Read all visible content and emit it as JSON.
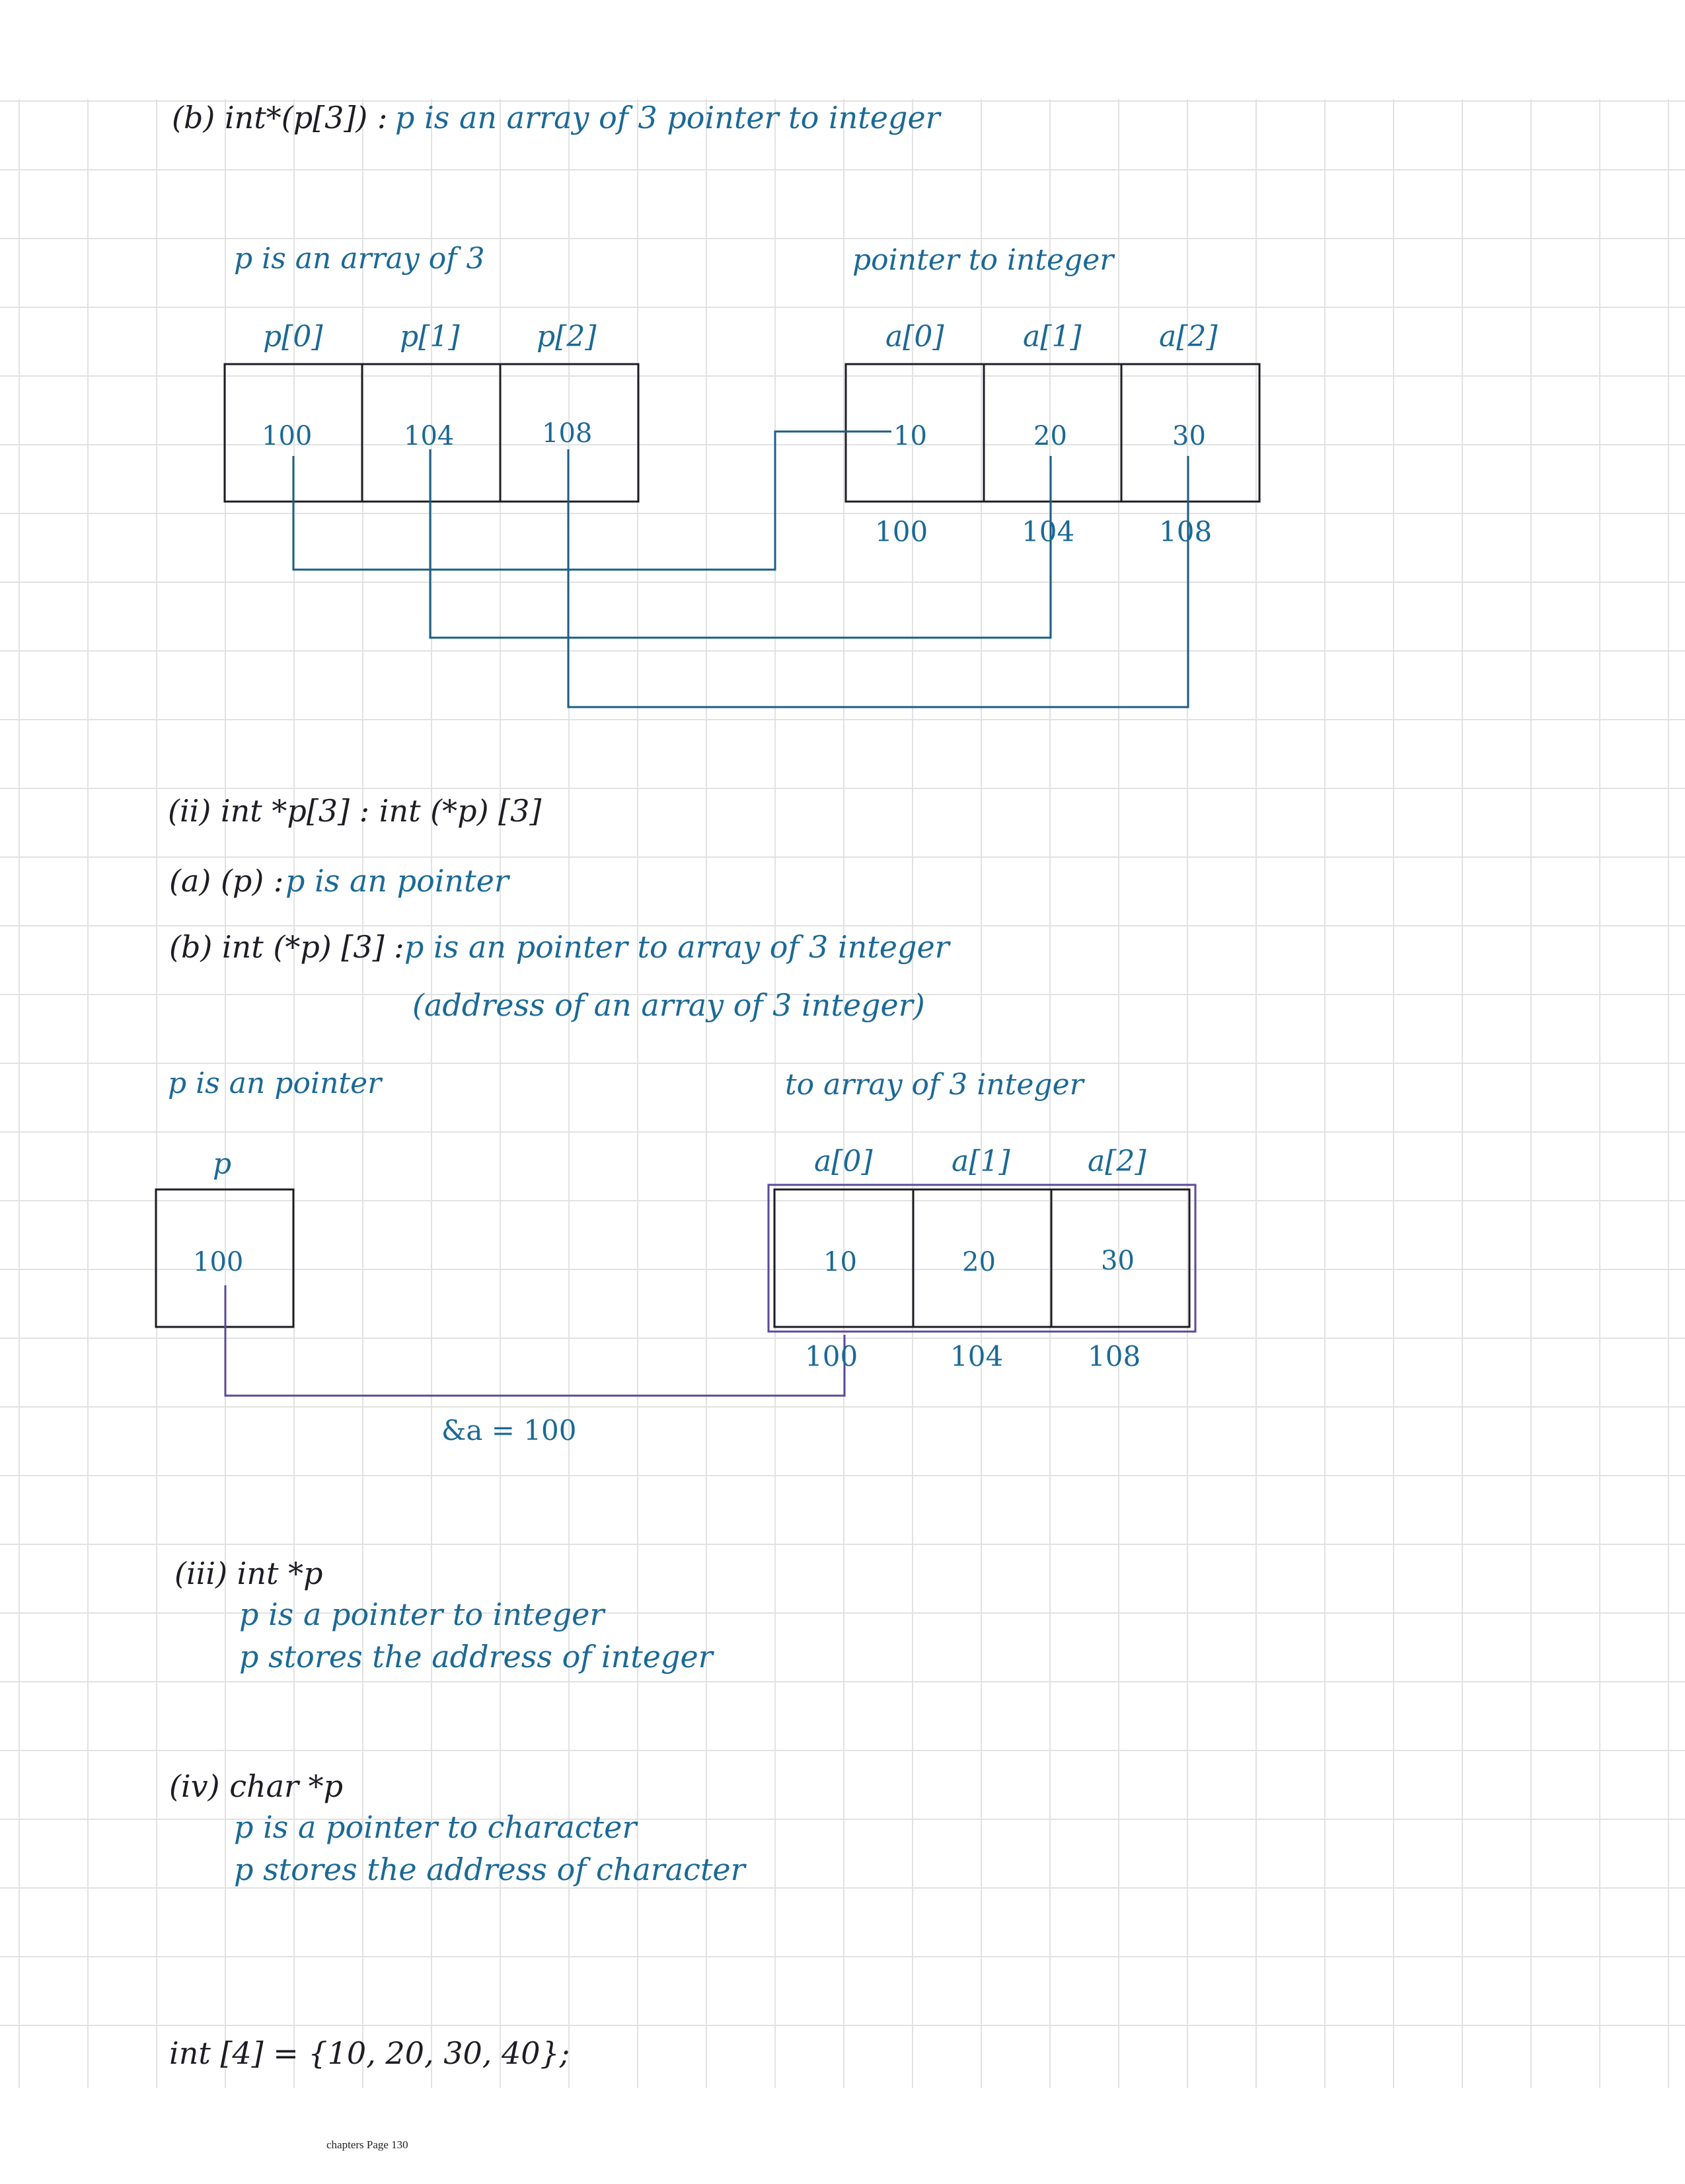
{
  "section_b1": {
    "prefix": "(b) int*(p[3]) :",
    "desc": "p is an array of 3 pointer to integer"
  },
  "diagram1": {
    "left_caption": "p is an array of 3",
    "right_caption": "pointer to integer",
    "p_labels": [
      "p[0]",
      "p[1]",
      "p[2]"
    ],
    "p_values": [
      "100",
      "104",
      "108"
    ],
    "a_labels": [
      "a[0]",
      "a[1]",
      "a[2]"
    ],
    "a_values": [
      "10",
      "20",
      "30"
    ],
    "a_addresses": [
      "100",
      "104",
      "108"
    ]
  },
  "section_ii": {
    "heading": "(ii) int *p[3] : int (*p) [3]",
    "a_prefix": "(a) (p) :",
    "a_desc": "p is an pointer",
    "b_prefix": "(b) int (*p) [3] :",
    "b_desc": "p is an pointer to array of 3 integer",
    "b_note": "(address of an array of 3 integer)"
  },
  "diagram2": {
    "left_caption": "p is an pointer",
    "right_caption": "to array of 3 integer",
    "p_label": "p",
    "p_value": "100",
    "a_labels": [
      "a[0]",
      "a[1]",
      "a[2]"
    ],
    "a_values": [
      "10",
      "20",
      "30"
    ],
    "a_addresses": [
      "100",
      "104",
      "108"
    ],
    "connector_label": "&a = 100"
  },
  "section_iii": {
    "heading": "(iii) int *p",
    "line1": "p is a pointer to integer",
    "line2": "p stores the address of integer"
  },
  "section_iv": {
    "heading": "(iv) char *p",
    "line1": "p is a pointer to character",
    "line2": "p stores the address of character"
  },
  "last_line": "int [4] = {10, 20, 30, 40};",
  "footer": "chapters Page 130",
  "colors": {
    "ink_black": "#1d1d24",
    "ink_blue": "#1b6996",
    "box_purple": "#5b4a9c",
    "grid": "#e2e2e2"
  }
}
